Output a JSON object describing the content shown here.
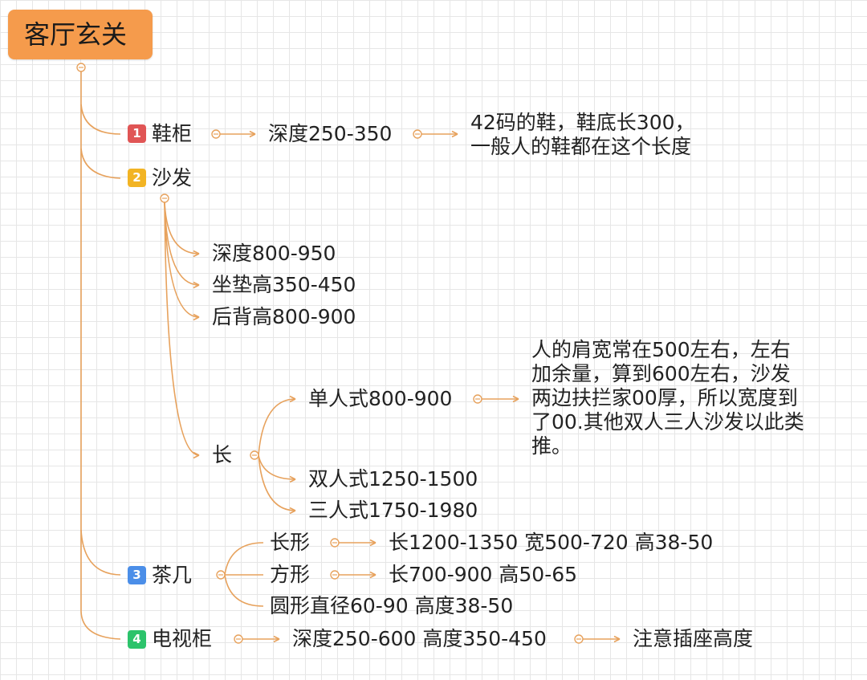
{
  "root": {
    "label": "客厅玄关"
  },
  "colors": {
    "root_fill": "#f59b4c",
    "connector": "#e7a25d",
    "badge_1": "#e05555",
    "badge_2": "#f2b424",
    "badge_3": "#4b8ee8",
    "badge_4": "#2cc36b"
  },
  "items": [
    {
      "badge": "1",
      "label": "鞋柜",
      "detail": "深度250-350",
      "note": [
        "42码的鞋，鞋底长300，",
        "一般人的鞋都在这个长度"
      ]
    },
    {
      "badge": "2",
      "label": "沙发",
      "children": [
        "深度800-950",
        "坐垫高350-450",
        "后背高800-900"
      ],
      "length": {
        "label": "长",
        "options": [
          "单人式800-900",
          "双人式1250-1500",
          "三人式1750-1980"
        ],
        "note": [
          "人的肩宽常在500左右，左右",
          "加余量，算到600左右，沙发",
          "两边扶拦家00厚，所以宽度到",
          "了00.其他双人三人沙发以此类",
          "推。"
        ]
      }
    },
    {
      "badge": "3",
      "label": "茶几",
      "children": [
        {
          "label": "长形",
          "spec": "长1200-1350 宽500-720 高38-50"
        },
        {
          "label": "方形",
          "spec": "长700-900 高50-65"
        },
        {
          "label": "圆形直径60-90 高度38-50"
        }
      ]
    },
    {
      "badge": "4",
      "label": "电视柜",
      "detail": "深度250-600 高度350-450",
      "note": "注意插座高度"
    }
  ]
}
